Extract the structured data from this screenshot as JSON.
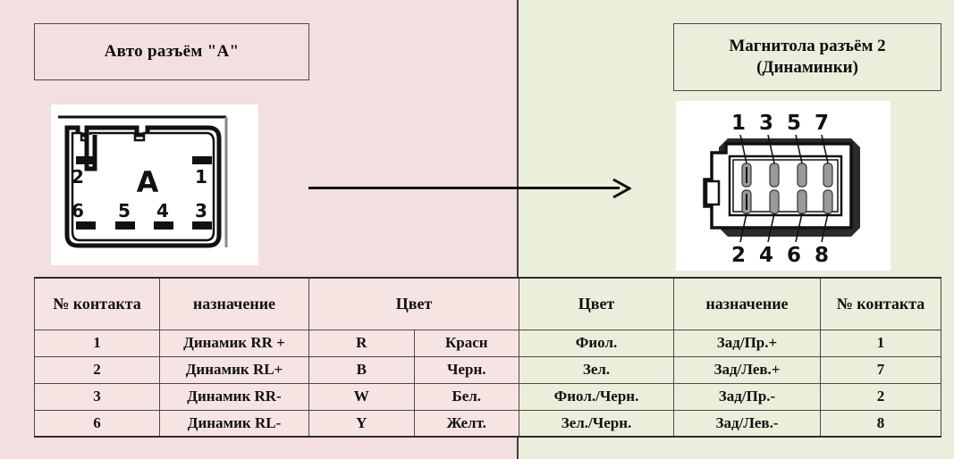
{
  "palette": {
    "left_bg": "#f3dfdf",
    "right_bg": "#eaeedb",
    "left_cell": "#f6e4e3",
    "right_cell": "#eaeedb",
    "line": "#4a4a4a",
    "text": "#111111"
  },
  "left_panel": {
    "title": "Авто разъём \"A\"",
    "connector": {
      "label": "A",
      "top_pins": [
        "2",
        "1"
      ],
      "bottom_pins": [
        "6",
        "5",
        "4",
        "3"
      ]
    }
  },
  "right_panel": {
    "title_line1": "Магнитола разъём 2",
    "title_line2": "(Динаминки)",
    "connector": {
      "top_pins": [
        "1",
        "3",
        "5",
        "7"
      ],
      "bottom_pins": [
        "2",
        "4",
        "6",
        "8"
      ]
    }
  },
  "arrow": {
    "name": "maps-to-arrow",
    "direction": "right"
  },
  "table": {
    "headers": {
      "left_pin": "№ контакта",
      "left_function": "назначение",
      "left_color": "Цвет",
      "right_color": "Цвет",
      "right_function": "назначение",
      "right_pin": "№ контакта"
    },
    "rows": [
      {
        "left_pin": "1",
        "left_function": "Динамик RR +",
        "color_code": "R",
        "color_name": "Красн",
        "right_color": "Фиол.",
        "right_function": "Зад/Пр.+",
        "right_pin": "1"
      },
      {
        "left_pin": "2",
        "left_function": "Динамик RL+",
        "color_code": "B",
        "color_name": "Черн.",
        "right_color": "Зел.",
        "right_function": "Зад/Лев.+",
        "right_pin": "7"
      },
      {
        "left_pin": "3",
        "left_function": "Динамик RR-",
        "color_code": "W",
        "color_name": "Бел.",
        "right_color": "Фиол./Черн.",
        "right_function": "Зад/Пр.-",
        "right_pin": "2"
      },
      {
        "left_pin": "6",
        "left_function": "Динамик RL-",
        "color_code": "Y",
        "color_name": "Желт.",
        "right_color": "Зел./Черн.",
        "right_function": "Зад/Лев.-",
        "right_pin": "8"
      }
    ]
  }
}
